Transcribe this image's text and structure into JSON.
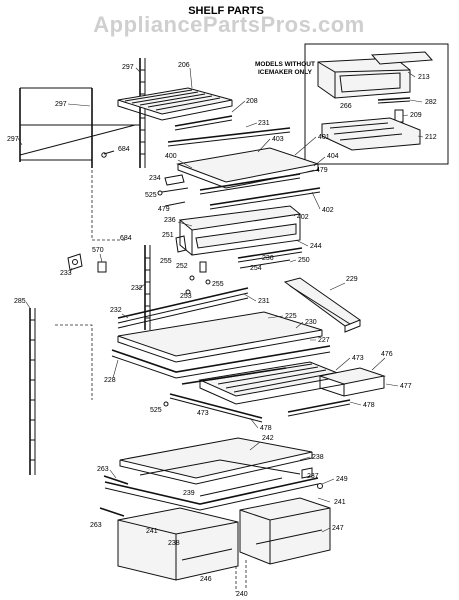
{
  "watermark": "AppliancePartsPros.com",
  "title": "SHELF PARTS",
  "inset_note": {
    "line1": "MODELS WITHOUT",
    "line2": "ICEMAKER ONLY"
  },
  "callouts": [
    {
      "id": "297a",
      "text": "297"
    },
    {
      "id": "206",
      "text": "206"
    },
    {
      "id": "208",
      "text": "208"
    },
    {
      "id": "231a",
      "text": "231"
    },
    {
      "id": "297b",
      "text": "297"
    },
    {
      "id": "297c",
      "text": "297"
    },
    {
      "id": "684a",
      "text": "684"
    },
    {
      "id": "403",
      "text": "403"
    },
    {
      "id": "401",
      "text": "401"
    },
    {
      "id": "400",
      "text": "400"
    },
    {
      "id": "404",
      "text": "404"
    },
    {
      "id": "479a",
      "text": "479"
    },
    {
      "id": "234",
      "text": "234"
    },
    {
      "id": "525a",
      "text": "525"
    },
    {
      "id": "479b",
      "text": "479"
    },
    {
      "id": "402a",
      "text": "402"
    },
    {
      "id": "402b",
      "text": "402"
    },
    {
      "id": "236a",
      "text": "236"
    },
    {
      "id": "684b",
      "text": "684"
    },
    {
      "id": "251",
      "text": "251"
    },
    {
      "id": "244",
      "text": "244"
    },
    {
      "id": "570",
      "text": "570"
    },
    {
      "id": "236b",
      "text": "236"
    },
    {
      "id": "250",
      "text": "250"
    },
    {
      "id": "233",
      "text": "233"
    },
    {
      "id": "255a",
      "text": "255"
    },
    {
      "id": "252",
      "text": "252"
    },
    {
      "id": "254",
      "text": "254"
    },
    {
      "id": "232a",
      "text": "232"
    },
    {
      "id": "253",
      "text": "253"
    },
    {
      "id": "255b",
      "text": "255"
    },
    {
      "id": "285",
      "text": "285"
    },
    {
      "id": "232b",
      "text": "232"
    },
    {
      "id": "231b",
      "text": "231"
    },
    {
      "id": "225",
      "text": "225"
    },
    {
      "id": "230",
      "text": "230"
    },
    {
      "id": "227",
      "text": "227"
    },
    {
      "id": "228",
      "text": "228"
    },
    {
      "id": "229",
      "text": "229"
    },
    {
      "id": "473a",
      "text": "473"
    },
    {
      "id": "476",
      "text": "476"
    },
    {
      "id": "477",
      "text": "477"
    },
    {
      "id": "525b",
      "text": "525"
    },
    {
      "id": "473b",
      "text": "473"
    },
    {
      "id": "478a",
      "text": "478"
    },
    {
      "id": "478b",
      "text": "478"
    },
    {
      "id": "242",
      "text": "242"
    },
    {
      "id": "238a",
      "text": "238"
    },
    {
      "id": "237",
      "text": "237"
    },
    {
      "id": "249",
      "text": "249"
    },
    {
      "id": "263a",
      "text": "263"
    },
    {
      "id": "239",
      "text": "239"
    },
    {
      "id": "241a",
      "text": "241"
    },
    {
      "id": "263b",
      "text": "263"
    },
    {
      "id": "241b",
      "text": "241"
    },
    {
      "id": "238b",
      "text": "238"
    },
    {
      "id": "247",
      "text": "247"
    },
    {
      "id": "246",
      "text": "246"
    },
    {
      "id": "240",
      "text": "240"
    },
    {
      "id": "213",
      "text": "213"
    },
    {
      "id": "266",
      "text": "266"
    },
    {
      "id": "282",
      "text": "282"
    },
    {
      "id": "209",
      "text": "209"
    },
    {
      "id": "212",
      "text": "212"
    }
  ]
}
